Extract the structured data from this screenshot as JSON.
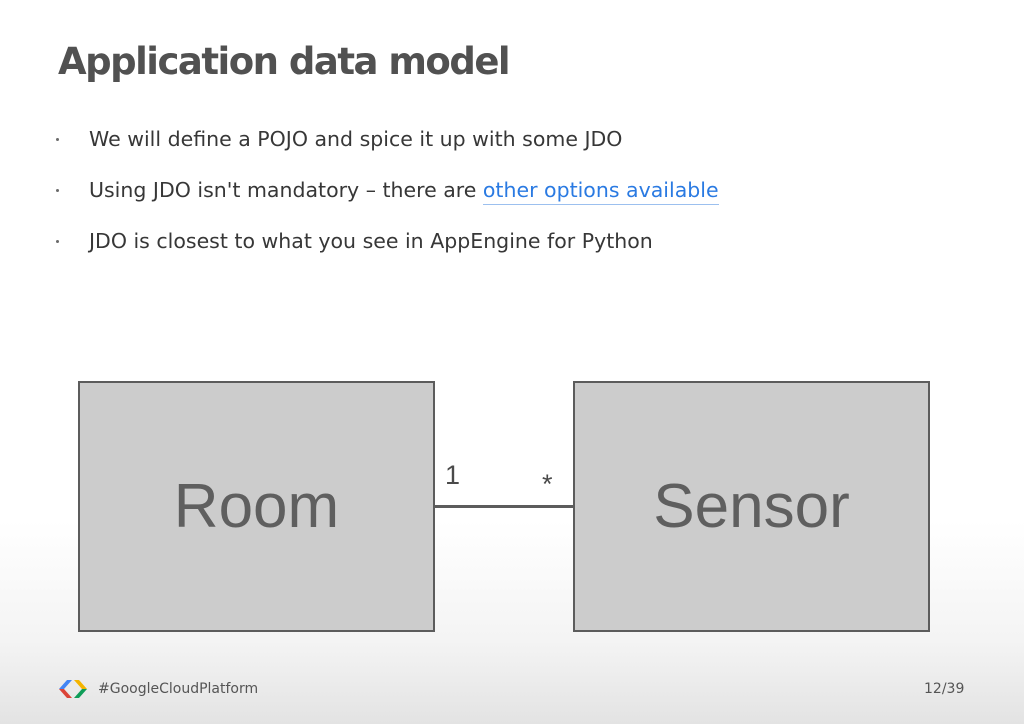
{
  "slide": {
    "title": "Application data model",
    "bullets": [
      {
        "text": "We will define a POJO and spice it up with some JDO"
      },
      {
        "text": "Using JDO isn't mandatory – there are ",
        "link": "other options available"
      },
      {
        "text": "JDO is closest to what you see in AppEngine for Python"
      }
    ]
  },
  "diagram": {
    "left_entity": "Room",
    "right_entity": "Sensor",
    "left_multiplicity": "1",
    "right_multiplicity": "*"
  },
  "footer": {
    "hashtag": "#GoogleCloudPlatform",
    "page": "12/39",
    "logo_icon": "google-cloud-chevrons-icon"
  },
  "colors": {
    "title": "#515151",
    "link": "#2a7ae2",
    "box_fill": "#cccccc",
    "box_border": "#5c5c5c",
    "logo_blue": "#4285f4",
    "logo_red": "#db4437",
    "logo_yellow": "#f4b400",
    "logo_green": "#0f9d58"
  }
}
